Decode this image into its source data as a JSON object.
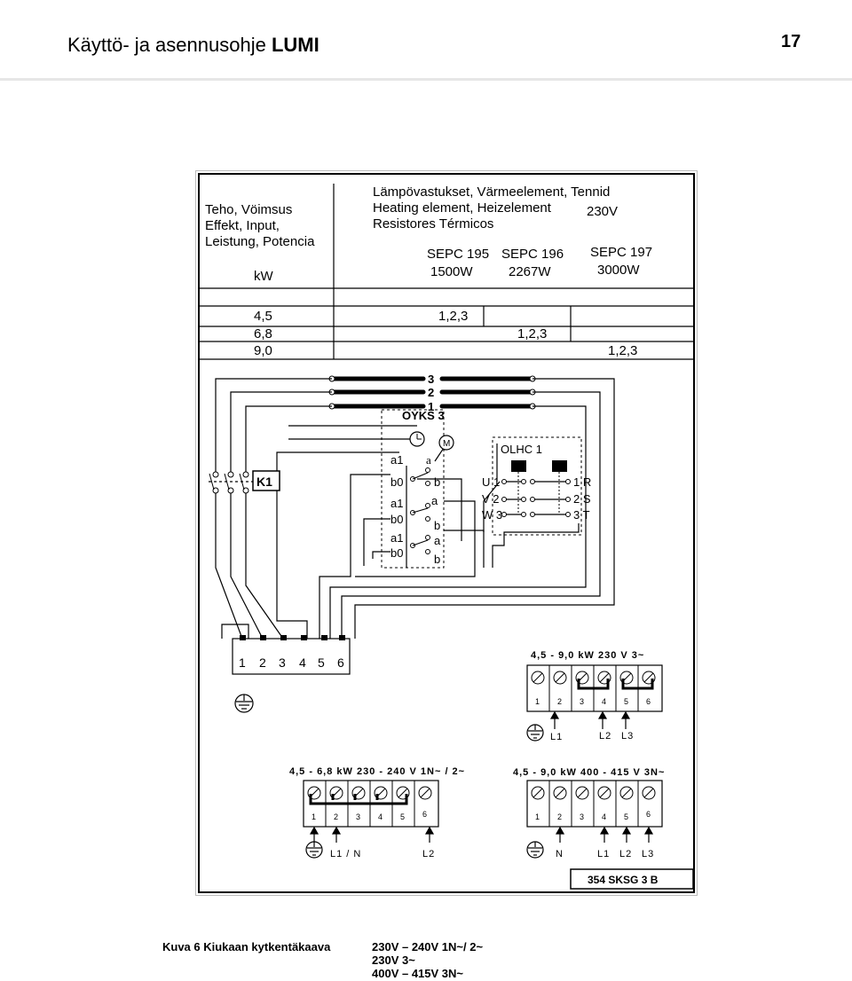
{
  "header": {
    "title_prefix": "Käyttö- ja asennusohje",
    "title_brand": "LUMI",
    "page_number": "17"
  },
  "table": {
    "power_label_lines": [
      "Teho, Vöimsus",
      "Effekt, Input,",
      "Leistung, Potencia"
    ],
    "unit": "kW",
    "element_title_lines": [
      "Lämpövastukset, Värmeelement, Tennid",
      "Heating element, Heizelement",
      "Resistores Térmicos"
    ],
    "voltage": "230V",
    "models": [
      {
        "name": "SEPC 195",
        "watt": "1500W"
      },
      {
        "name": "SEPC 196",
        "watt": "2267W"
      },
      {
        "name": "SEPC 197",
        "watt": "3000W"
      }
    ],
    "rows": [
      {
        "power": "4,5",
        "value": "1,2,3"
      },
      {
        "power": "6,8",
        "value": "1,2,3"
      },
      {
        "power": "9,0",
        "value": "1,2,3"
      }
    ]
  },
  "diagram": {
    "element_numbers": [
      "3",
      "2",
      "1"
    ],
    "oyks_label": "OYKS 3",
    "contactor_label": "K1",
    "motor_label": "M",
    "olhc_label": "OLHC 1",
    "switch_left_labels": [
      "a1",
      "b0",
      "a1",
      "b0",
      "a1",
      "b0"
    ],
    "switch_right_labels": [
      "a",
      "b",
      "a",
      "b",
      "a",
      "b"
    ],
    "uvw_labels": [
      "U 1",
      "V 2",
      "W 3"
    ],
    "rst_labels": [
      "1 R",
      "2 S",
      "3 T"
    ],
    "terminal_numbers": [
      "1",
      "2",
      "3",
      "4",
      "5",
      "6"
    ],
    "block_a": {
      "caption": "4,5 - 9,0 kW  230 V  3~",
      "numbers": [
        "1",
        "2",
        "3",
        "4",
        "5",
        "6"
      ],
      "lines": [
        "L1",
        "L2",
        "L3"
      ]
    },
    "block_b": {
      "caption": "4,5 - 6,8 kW 230 - 240 V  1N~ / 2~",
      "numbers": [
        "1",
        "2",
        "3",
        "4",
        "5",
        "6"
      ],
      "lines": [
        "L1 / N",
        "L2"
      ]
    },
    "block_c": {
      "caption": "4,5 - 9,0 kW  400 - 415 V  3N~",
      "numbers": [
        "1",
        "2",
        "3",
        "4",
        "5",
        "6"
      ],
      "lines": [
        "N",
        "L1",
        "L2",
        "L3"
      ]
    },
    "part_number": "354 SKSG  3 B"
  },
  "caption": {
    "label": "Kuva 6  Kiukaan kytkentäkaava",
    "lines": [
      "230V – 240V 1N~/ 2~",
      "230V 3~",
      "400V – 415V 3N~"
    ]
  }
}
